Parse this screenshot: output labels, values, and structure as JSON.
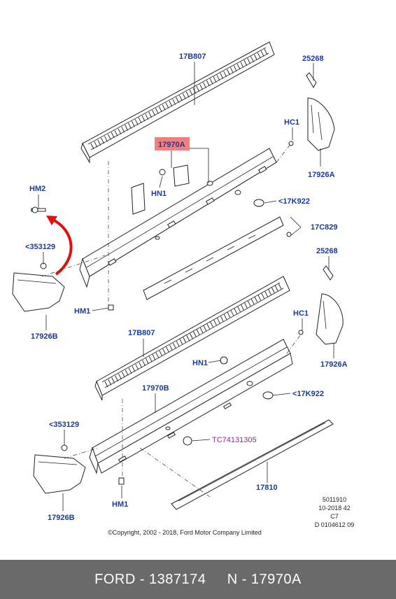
{
  "callouts": {
    "c17B807_top": "17B807",
    "c25268_top": "25268",
    "cHC1_top": "HC1",
    "c17970A": "17970A",
    "cHN1_top": "HN1",
    "c17926A_top": "17926A",
    "cHM2": "HM2",
    "c17K922_top": "<17K922",
    "c17C829": "17C829",
    "c353129_top": "<353129",
    "c25268_mid": "25268",
    "cHM1_top": "HM1",
    "cHC1_mid": "HC1",
    "c17926B_top": "17926B",
    "c17B807_mid": "17B807",
    "cHN1_mid": "HN1",
    "c17926A_mid": "17926A",
    "c17970B": "17970B",
    "c17K922_mid": "<17K922",
    "c353129_bot": "<353129",
    "cTC": "TC74131305",
    "c17810": "17810",
    "cHM1_bot": "HM1",
    "c17926B_bot": "17926B"
  },
  "meta": {
    "line1": "5011910",
    "line2": "10-2018 42",
    "line3": "C7",
    "line4": "D 0104612 09"
  },
  "copyright": "©Copyright, 2002 - 2018, Ford Motor Company Limited",
  "footer": {
    "brand": "FORD - 1387174",
    "part": "N - 17970A"
  },
  "colors": {
    "callout_text": "#1a3a9a",
    "highlight_box": "#f08080",
    "highlight_arrow": "#e01010",
    "footer_bg": "#6a6a6a"
  }
}
